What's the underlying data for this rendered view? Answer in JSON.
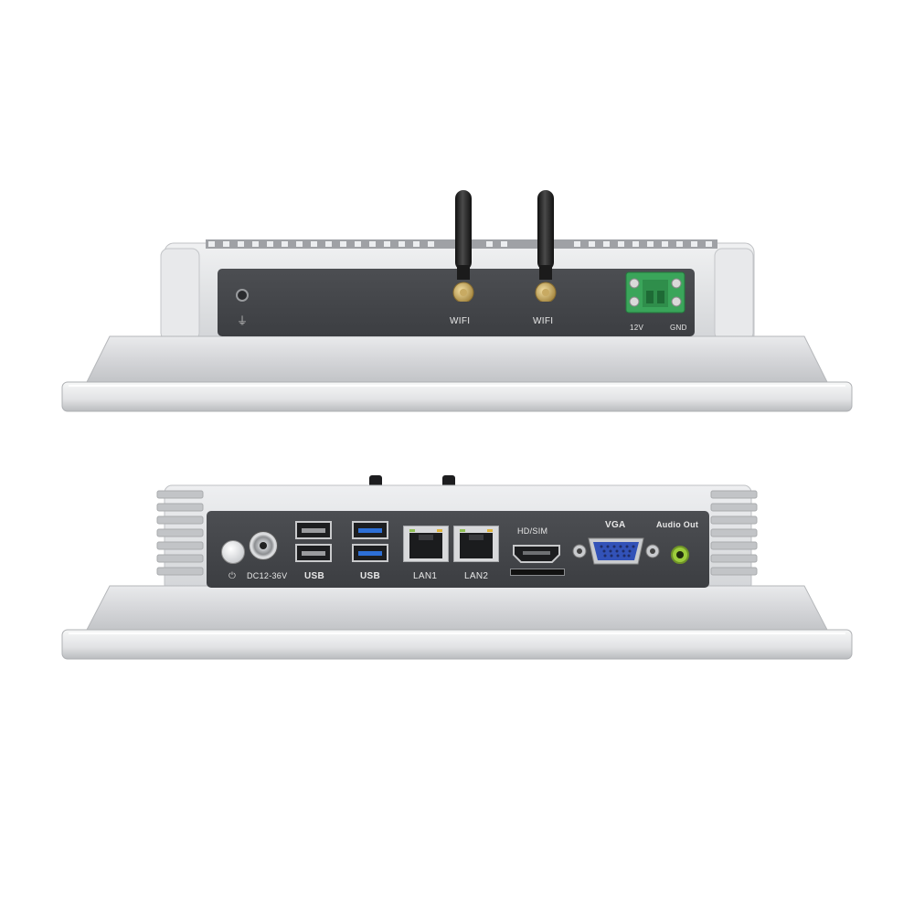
{
  "top_view": {
    "labels": {
      "wifi_left": "WIFI",
      "wifi_right": "WIFI",
      "power_12v": "12V",
      "power_gnd": "GND"
    },
    "terminal_color": "#3aa55a"
  },
  "bottom_view": {
    "labels": {
      "power_input": "DC12-36V",
      "usb_black": "USB",
      "usb_blue": "USB",
      "lan1": "LAN1",
      "lan2": "LAN2",
      "hd_sim": "HD/SIM",
      "vga": "VGA",
      "audio_out": "Audio Out"
    },
    "usb3_color": "#2d6fd6",
    "audio_jack_color": "#9ccc3c"
  }
}
